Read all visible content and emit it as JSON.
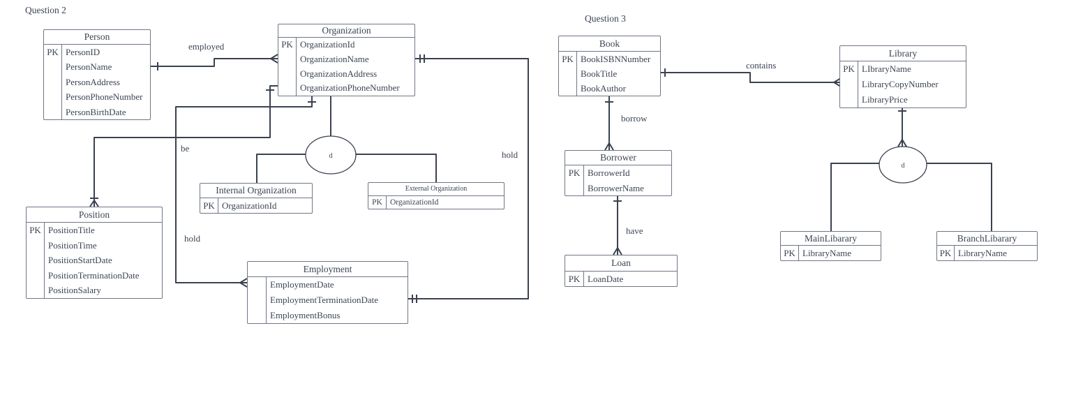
{
  "colors": {
    "connector": "#3a4150",
    "text": "#3b4453",
    "entity_border": "#6e7685",
    "background": "#ffffff"
  },
  "q2": {
    "title": "Question 2",
    "disjoint_label": "d",
    "labels": {
      "employed": "employed",
      "be": "be",
      "hold_left": "hold",
      "hold_right": "hold"
    },
    "entities": {
      "person": {
        "name": "Person",
        "rows": [
          {
            "pk": "PK",
            "attr": "PersonID"
          },
          {
            "pk": "",
            "attr": "PersonName"
          },
          {
            "pk": "",
            "attr": "PersonAddress"
          },
          {
            "pk": "",
            "attr": "PersonPhoneNumber"
          },
          {
            "pk": "",
            "attr": "PersonBirthDate"
          }
        ]
      },
      "organization": {
        "name": "Organization",
        "rows": [
          {
            "pk": "PK",
            "attr": "OrganizationId"
          },
          {
            "pk": "",
            "attr": "OrganizationName"
          },
          {
            "pk": "",
            "attr": "OrganizationAddress"
          },
          {
            "pk": "",
            "attr": "OrganizationPhoneNumber"
          }
        ]
      },
      "position": {
        "name": "Position",
        "rows": [
          {
            "pk": "PK",
            "attr": "PositionTitle"
          },
          {
            "pk": "",
            "attr": "PositionTime"
          },
          {
            "pk": "",
            "attr": "PositionStartDate"
          },
          {
            "pk": "",
            "attr": "PositionTerminationDate"
          },
          {
            "pk": "",
            "attr": "PositionSalary"
          }
        ]
      },
      "internal_organization": {
        "name": "Internal Organization",
        "rows": [
          {
            "pk": "PK",
            "attr": "OrganizationId"
          }
        ]
      },
      "external_organization": {
        "name": "External Organization",
        "rows": [
          {
            "pk": "PK",
            "attr": "OrganizationId"
          }
        ]
      },
      "employment": {
        "name": "Employment",
        "rows": [
          {
            "pk": "",
            "attr": "EmploymentDate"
          },
          {
            "pk": "",
            "attr": "EmploymentTerminationDate"
          },
          {
            "pk": "",
            "attr": "EmploymentBonus"
          }
        ]
      }
    }
  },
  "q3": {
    "title": "Question 3",
    "disjoint_label": "d",
    "labels": {
      "contains": "contains",
      "borrow": "borrow",
      "have": "have"
    },
    "entities": {
      "book": {
        "name": "Book",
        "rows": [
          {
            "pk": "PK",
            "attr": "BookISBNNumber"
          },
          {
            "pk": "",
            "attr": "BookTitle"
          },
          {
            "pk": "",
            "attr": "BookAuthor"
          }
        ]
      },
      "library": {
        "name": "Library",
        "rows": [
          {
            "pk": "PK",
            "attr": "LIbraryName"
          },
          {
            "pk": "",
            "attr": "LibraryCopyNumber"
          },
          {
            "pk": "",
            "attr": "LibraryPrice"
          }
        ]
      },
      "borrower": {
        "name": "Borrower",
        "rows": [
          {
            "pk": "PK",
            "attr": "BorrowerId"
          },
          {
            "pk": "",
            "attr": "BorrowerName"
          }
        ]
      },
      "loan": {
        "name": "Loan",
        "rows": [
          {
            "pk": "PK",
            "attr": "LoanDate"
          }
        ]
      },
      "main_library": {
        "name": "MainLibarary",
        "rows": [
          {
            "pk": "PK",
            "attr": "LibraryName"
          }
        ]
      },
      "branch_library": {
        "name": "BranchLibarary",
        "rows": [
          {
            "pk": "PK",
            "attr": "LibraryName"
          }
        ]
      }
    }
  }
}
